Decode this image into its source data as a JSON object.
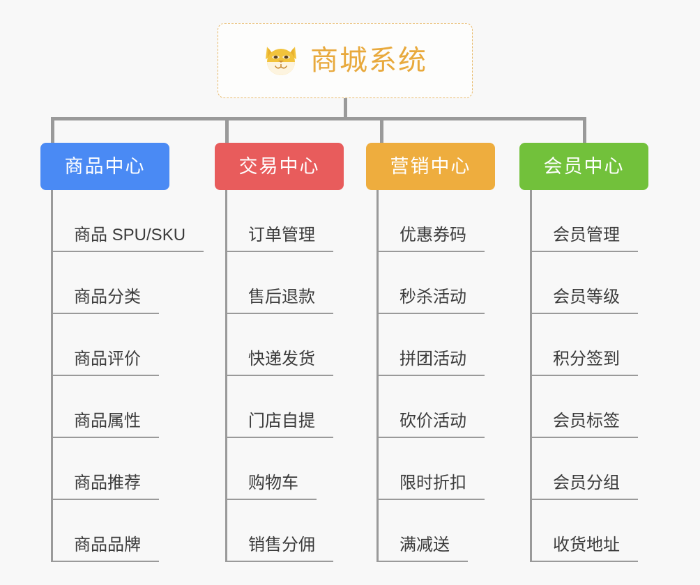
{
  "background_color": "#f8f8f8",
  "root": {
    "title": "商城系统",
    "icon": "shiba-dog-icon",
    "title_color": "#e8a93c",
    "border_color": "#e8b96a"
  },
  "connector_color": "#9a9a9a",
  "columns": [
    {
      "id": "product-center",
      "label": "商品中心",
      "color": "#4a8af4",
      "items": [
        "商品 SPU/SKU",
        "商品分类",
        "商品评价",
        "商品属性",
        "商品推荐",
        "商品品牌"
      ]
    },
    {
      "id": "trade-center",
      "label": "交易中心",
      "color": "#e85c5c",
      "items": [
        "订单管理",
        "售后退款",
        "快递发货",
        "门店自提",
        "购物车",
        "销售分佣"
      ]
    },
    {
      "id": "marketing-center",
      "label": "营销中心",
      "color": "#eead3e",
      "items": [
        "优惠券码",
        "秒杀活动",
        "拼团活动",
        "砍价活动",
        "限时折扣",
        "满减送"
      ]
    },
    {
      "id": "member-center",
      "label": "会员中心",
      "color": "#72c13b",
      "items": [
        "会员管理",
        "会员等级",
        "积分签到",
        "会员标签",
        "会员分组",
        "收货地址"
      ]
    }
  ]
}
